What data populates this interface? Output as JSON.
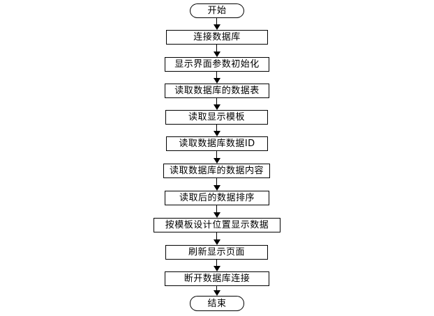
{
  "flowchart": {
    "title": "database-display-flowchart",
    "colors": {
      "stroke": "#000000",
      "fill": "#ffffff",
      "background": "#ffffff",
      "text": "#000000"
    },
    "nodes": [
      {
        "type": "terminator",
        "label": "开始"
      },
      {
        "type": "process",
        "label": "连接数据库"
      },
      {
        "type": "process",
        "label": "显示界面参数初始化"
      },
      {
        "type": "process",
        "label": "读取数据库的数据表"
      },
      {
        "type": "process",
        "label": "读取显示模板"
      },
      {
        "type": "process",
        "label": "读取数据库数据ID"
      },
      {
        "type": "process",
        "label": "读取数据库的数据内容"
      },
      {
        "type": "process",
        "label": "读取后的数据排序"
      },
      {
        "type": "process",
        "label": "按模板设计位置显示数据"
      },
      {
        "type": "process",
        "label": "刷新显示页面"
      },
      {
        "type": "process",
        "label": "断开数据库连接"
      },
      {
        "type": "terminator",
        "label": "结束"
      }
    ],
    "edges": [
      {
        "from": 0,
        "to": 1
      },
      {
        "from": 1,
        "to": 2
      },
      {
        "from": 2,
        "to": 3
      },
      {
        "from": 3,
        "to": 4
      },
      {
        "from": 4,
        "to": 5
      },
      {
        "from": 5,
        "to": 6
      },
      {
        "from": 6,
        "to": 7
      },
      {
        "from": 7,
        "to": 8
      },
      {
        "from": 8,
        "to": 9
      },
      {
        "from": 9,
        "to": 10
      },
      {
        "from": 10,
        "to": 11
      }
    ]
  }
}
